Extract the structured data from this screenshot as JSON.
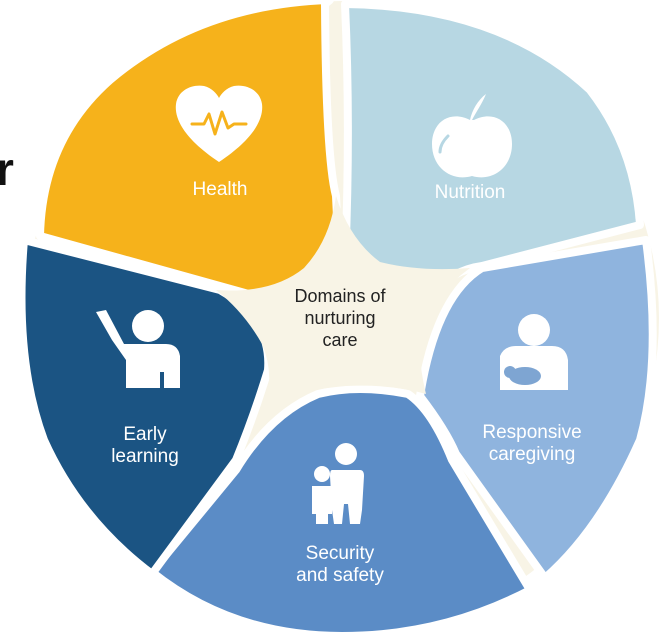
{
  "stray_text": "r",
  "center": {
    "lines": [
      "Domains of",
      "nurturing",
      "care"
    ]
  },
  "segments": [
    {
      "key": "health",
      "lines": [
        "Health"
      ],
      "color": "#f6b21b",
      "icon": "heart-pulse-icon"
    },
    {
      "key": "nutrition",
      "lines": [
        "Nutrition"
      ],
      "color": "#b7d7e3",
      "icon": "apple-icon"
    },
    {
      "key": "responsive",
      "lines": [
        "Responsive",
        "caregiving"
      ],
      "color": "#8fb4de",
      "icon": "caregiver-baby-icon"
    },
    {
      "key": "security",
      "lines": [
        "Security",
        "and safety"
      ],
      "color": "#5b8cc6",
      "icon": "family-icon"
    },
    {
      "key": "learning",
      "lines": [
        "Early",
        "learning"
      ],
      "color": "#1b5483",
      "icon": "child-raising-hand-icon"
    }
  ],
  "colors": {
    "center_fill": "#f8f4e6",
    "border": "#ffffff"
  }
}
